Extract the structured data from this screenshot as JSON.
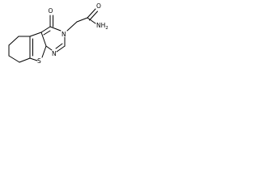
{
  "molecule": {
    "atoms": {
      "o_ketone": "O",
      "n3": "N",
      "n1": "N",
      "s": "S",
      "o_amide": "O",
      "nh2": "NH"
    },
    "nh2_subscript": "2"
  },
  "colors": {
    "bond": "#000000",
    "text": "#000000",
    "background": "#ffffff"
  }
}
